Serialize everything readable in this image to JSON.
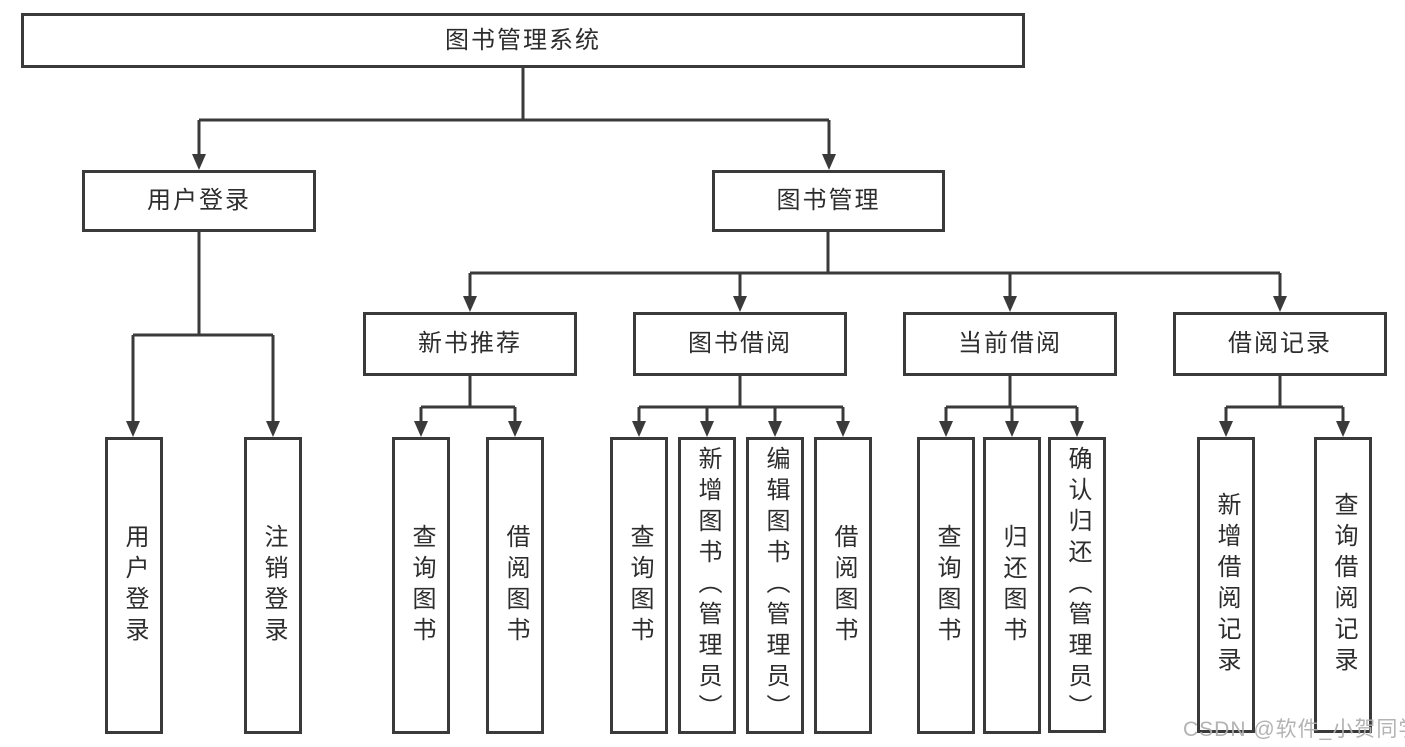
{
  "diagram": {
    "root_label": "图书管理系统",
    "level2": {
      "user_login": "用户登录",
      "book_mgmt": "图书管理"
    },
    "level3": {
      "new_books": "新书推荐",
      "book_borrow": "图书借阅",
      "current_borrow": "当前借阅",
      "borrow_records": "借阅记录"
    },
    "leaves": {
      "user_login": [
        "用户登录",
        "注销登录"
      ],
      "new_books": [
        "查询图书",
        "借阅图书"
      ],
      "book_borrow": [
        "查询图书",
        "新增图书（管理员）",
        "编辑图书（管理员）",
        "借阅图书"
      ],
      "current_borrow": [
        "查询图书",
        "归还图书",
        "确认归还（管理员）"
      ],
      "borrow_records": [
        "新增借阅记录",
        "查询借阅记录"
      ]
    }
  },
  "watermark": {
    "text": "CSDN @软件_小贺同学"
  },
  "colors": {
    "background": "#ffffff",
    "line": "#3a3a3a",
    "text": "#2d2d2d",
    "watermark": "#afafaf"
  }
}
